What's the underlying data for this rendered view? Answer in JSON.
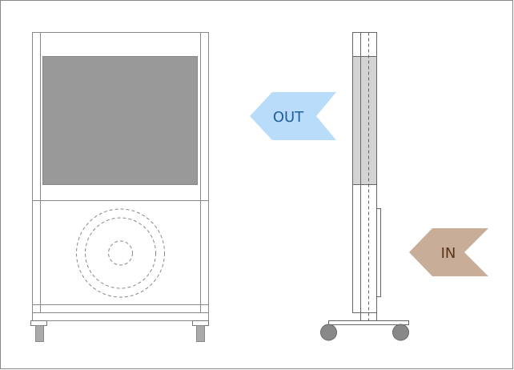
{
  "labels": {
    "out": "OUT",
    "in": "IN"
  },
  "colors": {
    "background": "#ffffff",
    "outline": "#666666",
    "frame_stroke": "#888888",
    "panel_fill": "#999999",
    "side_panel_fill": "#d3d3d3",
    "out_arrow_fill": "#b8dcfa",
    "out_text": "#1f5f9a",
    "in_arrow_fill": "#c8ae99",
    "in_text": "#5a3418",
    "foot_fill": "#aaaaaa",
    "wheel_fill": "#888888"
  },
  "icons": {
    "front_view": "air-purifier-front-view",
    "side_view": "air-purifier-side-view",
    "out_arrow": "arrow-left-out",
    "in_arrow": "arrow-left-in"
  }
}
